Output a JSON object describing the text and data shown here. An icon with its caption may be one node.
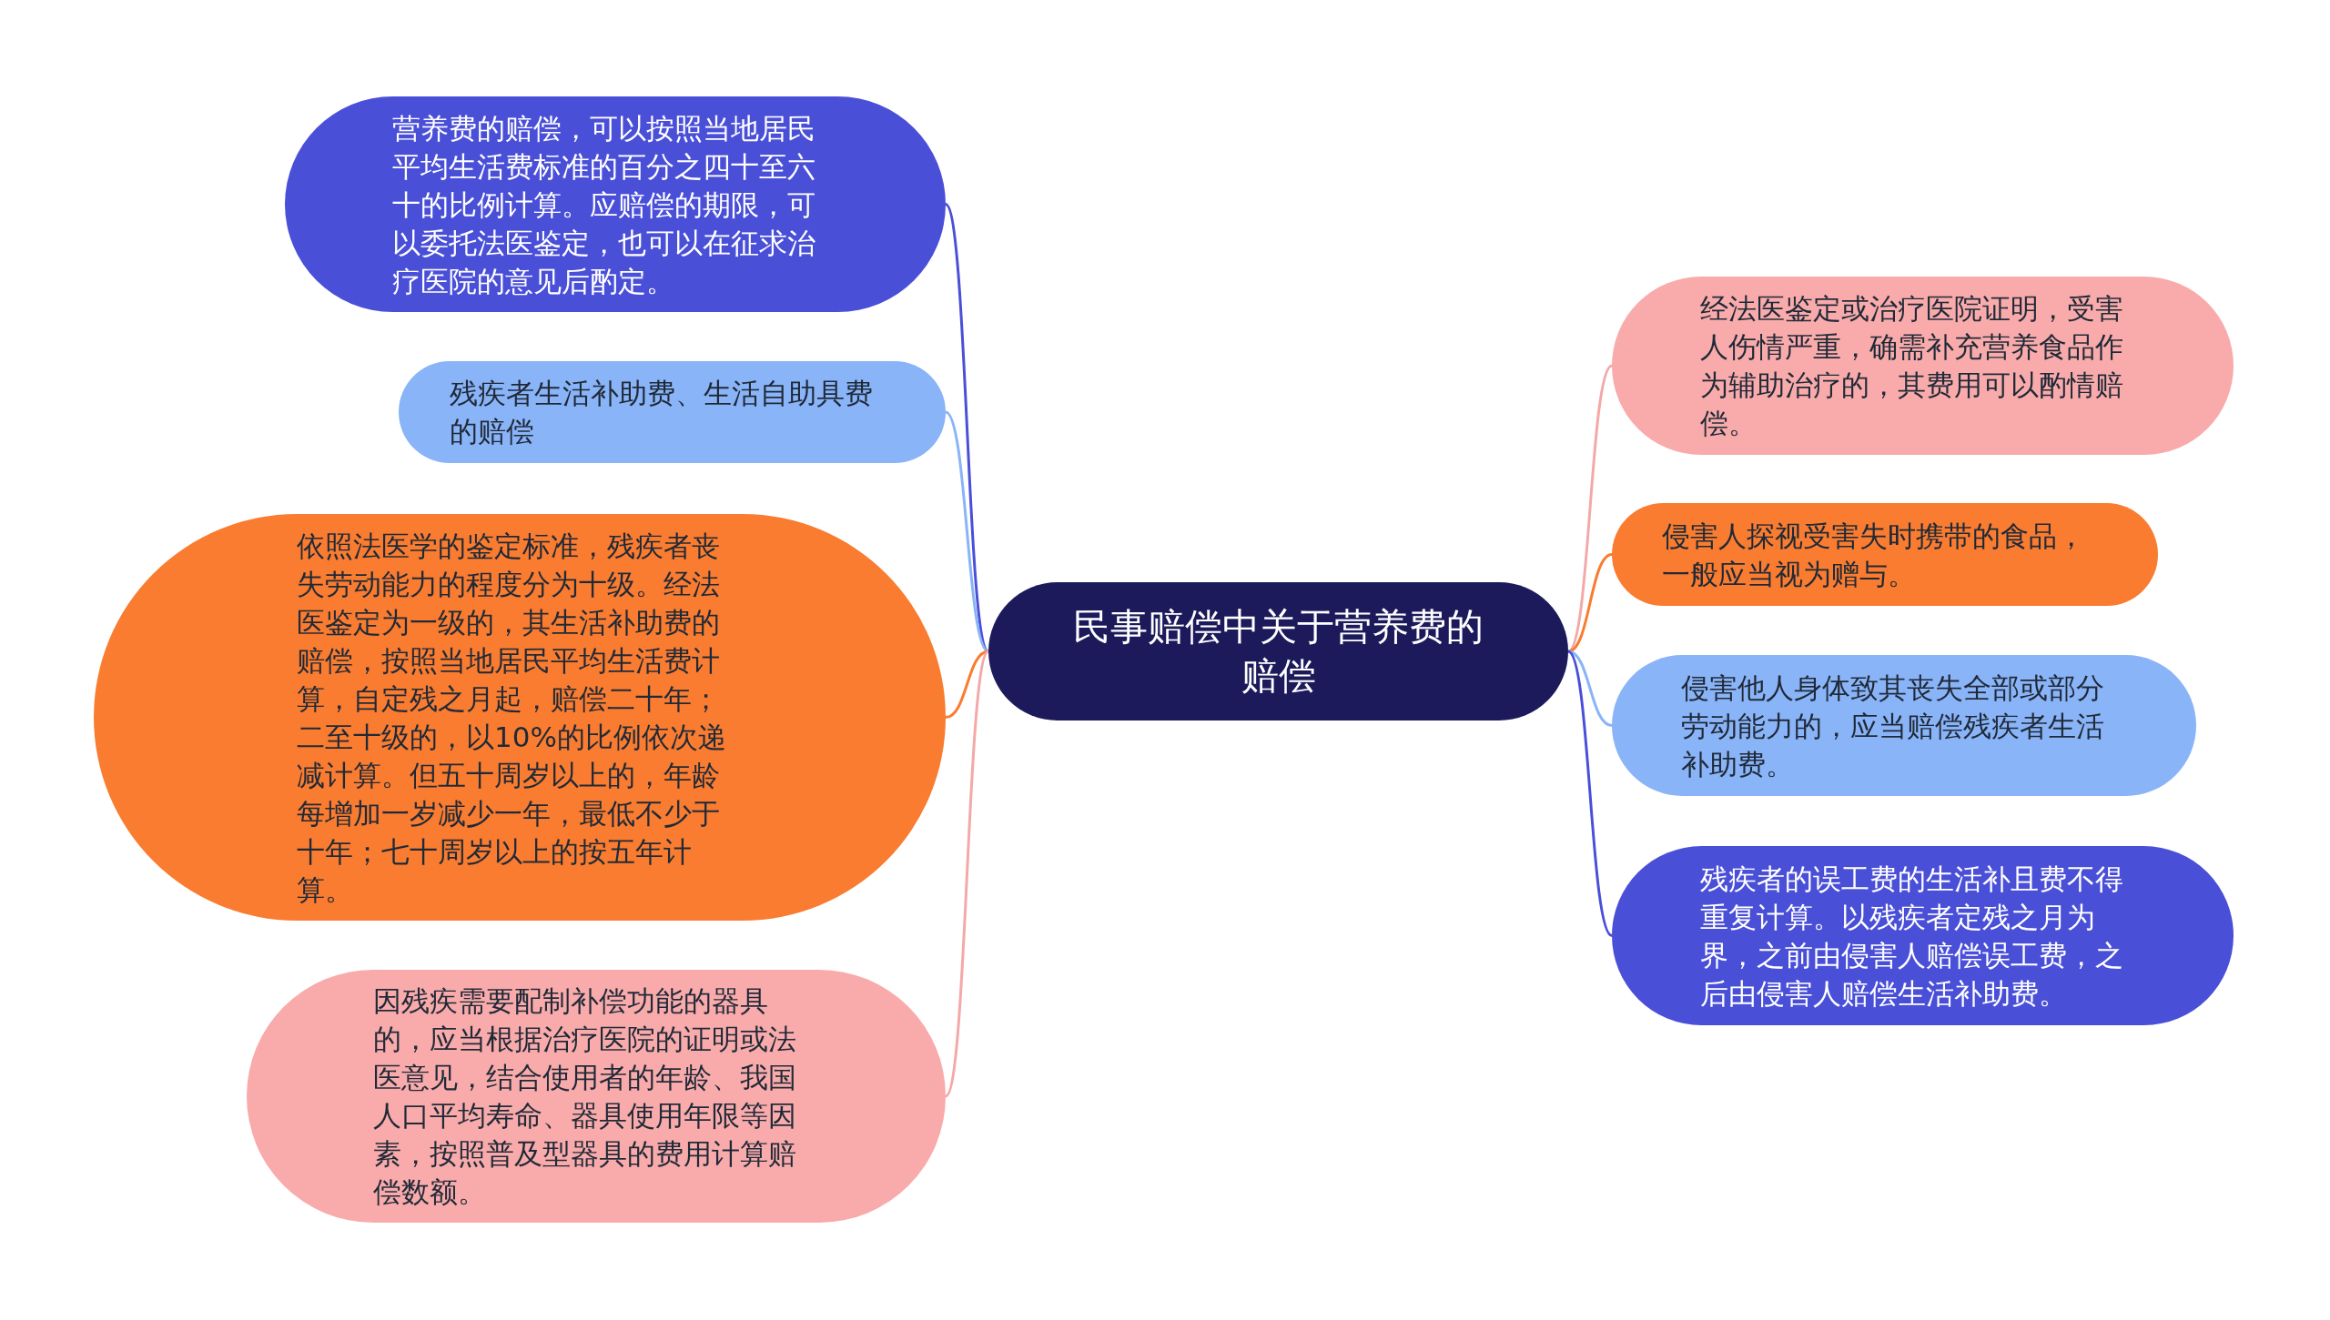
{
  "diagram": {
    "nodes": [
      {
        "text": [
          "民事赔偿中关于营养费的赔偿"
        ]
      },
      {
        "text": [
          "营养费的赔偿，可以按照当地居民平均生活费标准的百分之四十至六十的比例计算。应赔偿的期限，可以委托法医鉴定，也可以在征求治疗医院的意见后酌定。"
        ]
      },
      {
        "text": [
          "残疾者生活补助费、生活自助具费的赔偿"
        ]
      },
      {
        "text": [
          "依照法医学的鉴定标准，残疾者丧失劳动能力的程度分为十级。经法医鉴定为一级的，其生活补助费的赔偿，按照当地居民平均生活费计算，自定残之月起，赔偿二十年；二至十级的，以10%的比例依次递减计算。但五十周岁以上的，年龄每增加一岁减少一年，最低不少于十年；七十周岁以上的按五年计算。"
        ]
      },
      {
        "text": [
          "因残疾需要配制补偿功能的器具的，应当根据治疗医院的证明或法医意见，结合使用者的年龄、我国人口平均寿命、器具使用年限等因素，按照普及型器具的费用计算赔偿数额。"
        ]
      },
      {
        "text": [
          "经法医鉴定或治疗医院证明，受害人伤情严重，确需补充营养食品作为辅助治疗的，其费用可以酌情赔偿。"
        ]
      },
      {
        "text": [
          "侵害人探视受害失时携带的食品，一般应当视为赠与。"
        ]
      },
      {
        "text": [
          "侵害他人身体致其丧失全部或部分劳动能力的，应当赔偿残疾者生活补助费。"
        ]
      },
      {
        "text": [
          "残疾者的误工费的生活补且费不得重复计算。以残疾者定残之月为界，之前由侵害人赔偿误工费，之后由侵害人赔偿生活补助费。"
        ]
      }
    ],
    "edges": [
      {
        "from": 0,
        "to": 1,
        "arrow": "none",
        "color": "#4a4fd8"
      },
      {
        "from": 0,
        "to": 2,
        "arrow": "none",
        "color": "#8ab4f8"
      },
      {
        "from": 0,
        "to": 3,
        "arrow": "none",
        "color": "#f97c30"
      },
      {
        "from": 0,
        "to": 4,
        "arrow": "none",
        "color": "#f4a8a8"
      },
      {
        "from": 0,
        "to": 5,
        "arrow": "none",
        "color": "#f4a8a8"
      },
      {
        "from": 0,
        "to": 6,
        "arrow": "none",
        "color": "#f97c30"
      },
      {
        "from": 0,
        "to": 7,
        "arrow": "none",
        "color": "#8ab4f8"
      },
      {
        "from": 0,
        "to": 8,
        "arrow": "none",
        "color": "#4a4fd8"
      }
    ]
  }
}
